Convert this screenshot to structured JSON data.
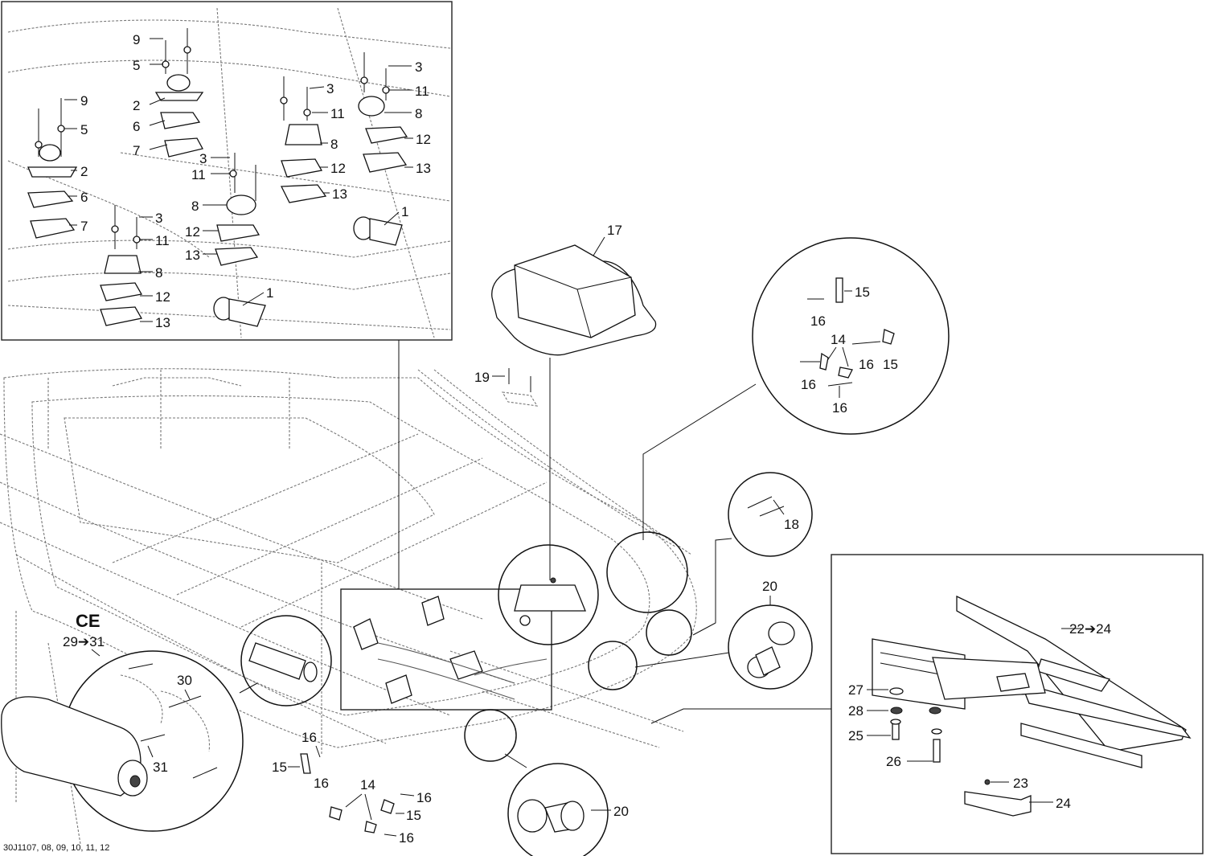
{
  "drawing_ref": "30J1107, 08, 09, 10, 11, 12",
  "ce_label": "CE",
  "ce_range": "29➔31",
  "range_22_24": "22➔24",
  "callouts": {
    "n1": "1",
    "n2": "2",
    "n3": "3",
    "n5": "5",
    "n6": "6",
    "n7": "7",
    "n8": "8",
    "n9": "9",
    "n11": "11",
    "n12": "12",
    "n13": "13",
    "n14": "14",
    "n15": "15",
    "n16": "16",
    "n17": "17",
    "n18": "18",
    "n19": "19",
    "n20": "20",
    "n23": "23",
    "n24": "24",
    "n25": "25",
    "n26": "26",
    "n27": "27",
    "n28": "28",
    "n30": "30",
    "n31": "31"
  }
}
